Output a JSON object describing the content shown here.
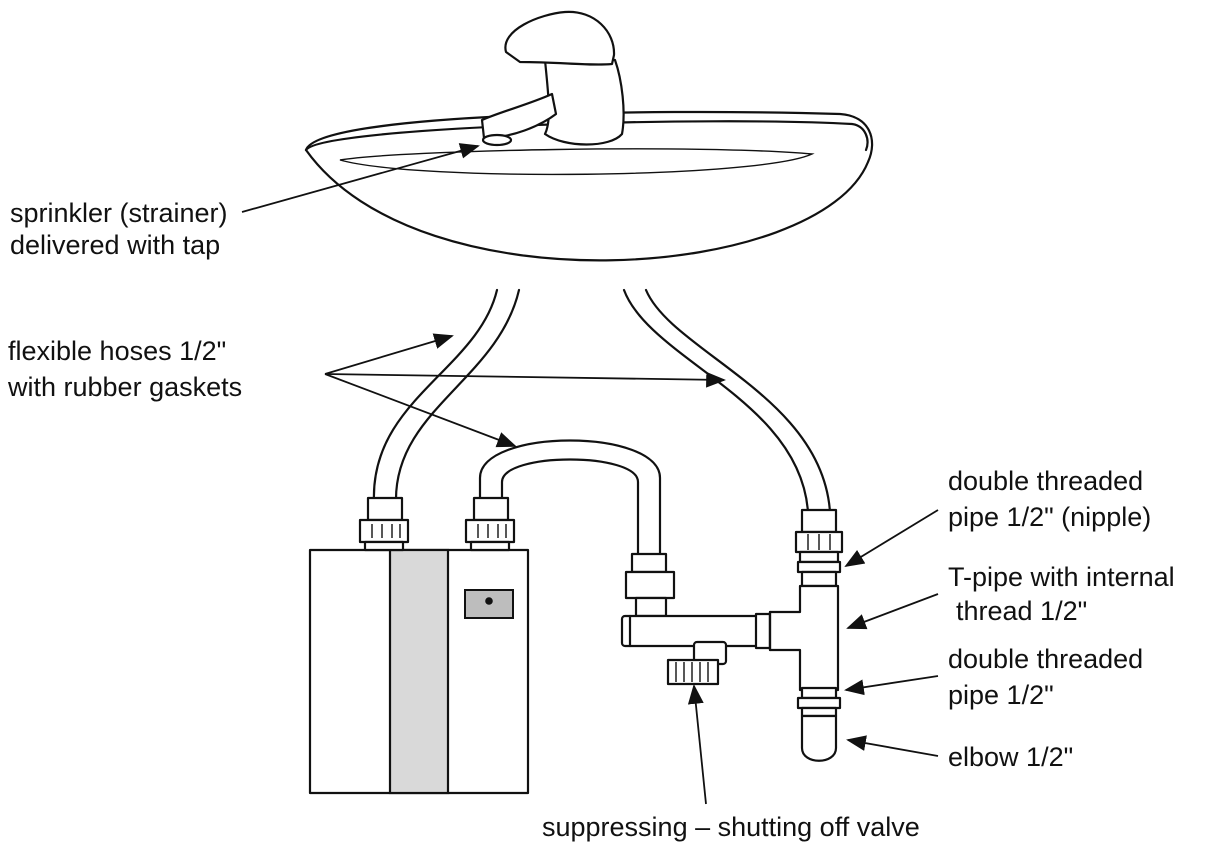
{
  "labels": {
    "sprinkler": [
      "sprinkler (strainer)",
      "delivered with tap"
    ],
    "hoses": [
      "flexible hoses 1/2\"",
      "with rubber gaskets"
    ],
    "nipple": [
      "double threaded",
      "pipe 1/2\" (nipple)"
    ],
    "tpipe": [
      "T-pipe with internal",
      "thread 1/2\""
    ],
    "double_pipe": [
      "double threaded",
      "pipe 1/2\""
    ],
    "elbow": [
      "elbow 1/2\""
    ],
    "valve": [
      "suppressing – shutting off valve"
    ]
  },
  "colors": {
    "line": "#111111",
    "heater_panel": "#d9d9d9",
    "indicator": "#bdbdbd"
  }
}
